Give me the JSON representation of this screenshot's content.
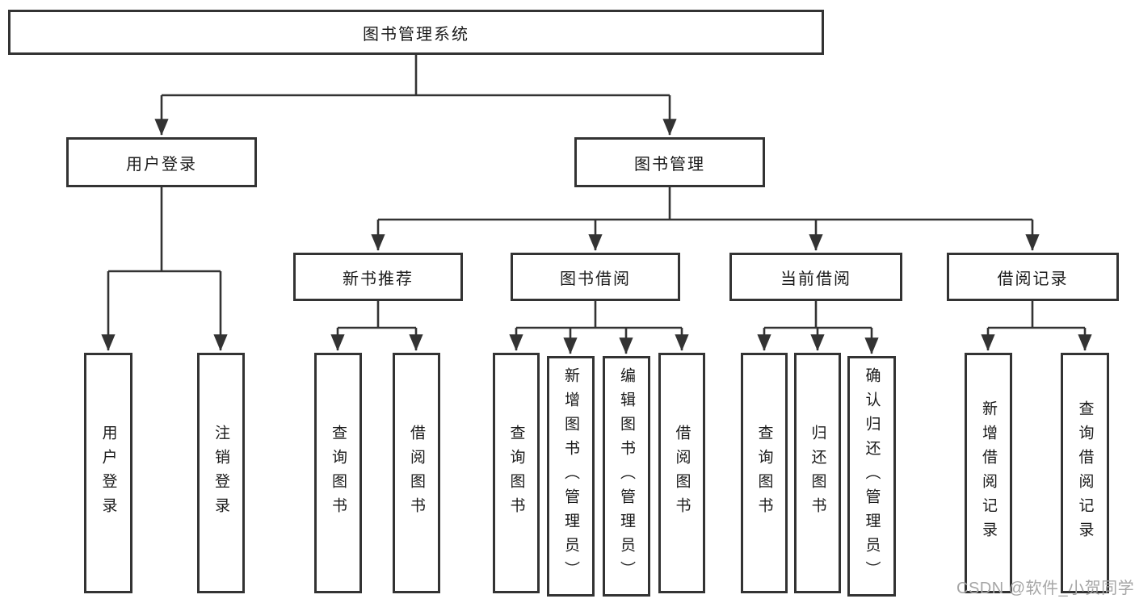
{
  "diagram": {
    "root": {
      "label": "图书管理系统"
    },
    "level2": {
      "user_login": {
        "label": "用户登录"
      },
      "book_mgmt": {
        "label": "图书管理"
      }
    },
    "level3": {
      "new_rec": {
        "label": "新书推荐"
      },
      "borrow": {
        "label": "图书借阅"
      },
      "current": {
        "label": "当前借阅"
      },
      "records": {
        "label": "借阅记录"
      }
    },
    "leaves": {
      "login_fn": {
        "label": "用户登录"
      },
      "logout_fn": {
        "label": "注销登录"
      },
      "rec_query": {
        "label": "查询图书"
      },
      "rec_borrow": {
        "label": "借阅图书"
      },
      "borrow_query": {
        "label": "查询图书"
      },
      "borrow_add": {
        "label": "新增图书（管理员）"
      },
      "borrow_edit": {
        "label": "编辑图书（管理员）"
      },
      "borrow_borrow": {
        "label": "借阅图书"
      },
      "current_query": {
        "label": "查询图书"
      },
      "current_return": {
        "label": "归还图书"
      },
      "current_confirm": {
        "label": "确认归还（管理员）"
      },
      "records_add": {
        "label": "新增借阅记录"
      },
      "records_query": {
        "label": "查询借阅记录"
      }
    }
  },
  "watermark": {
    "text": "CSDN @软件_小贺同学"
  },
  "colors": {
    "line": "#333333",
    "text": "#1a1a1a",
    "canvas": "#ffffff",
    "watermark": "#a6a6a6"
  }
}
